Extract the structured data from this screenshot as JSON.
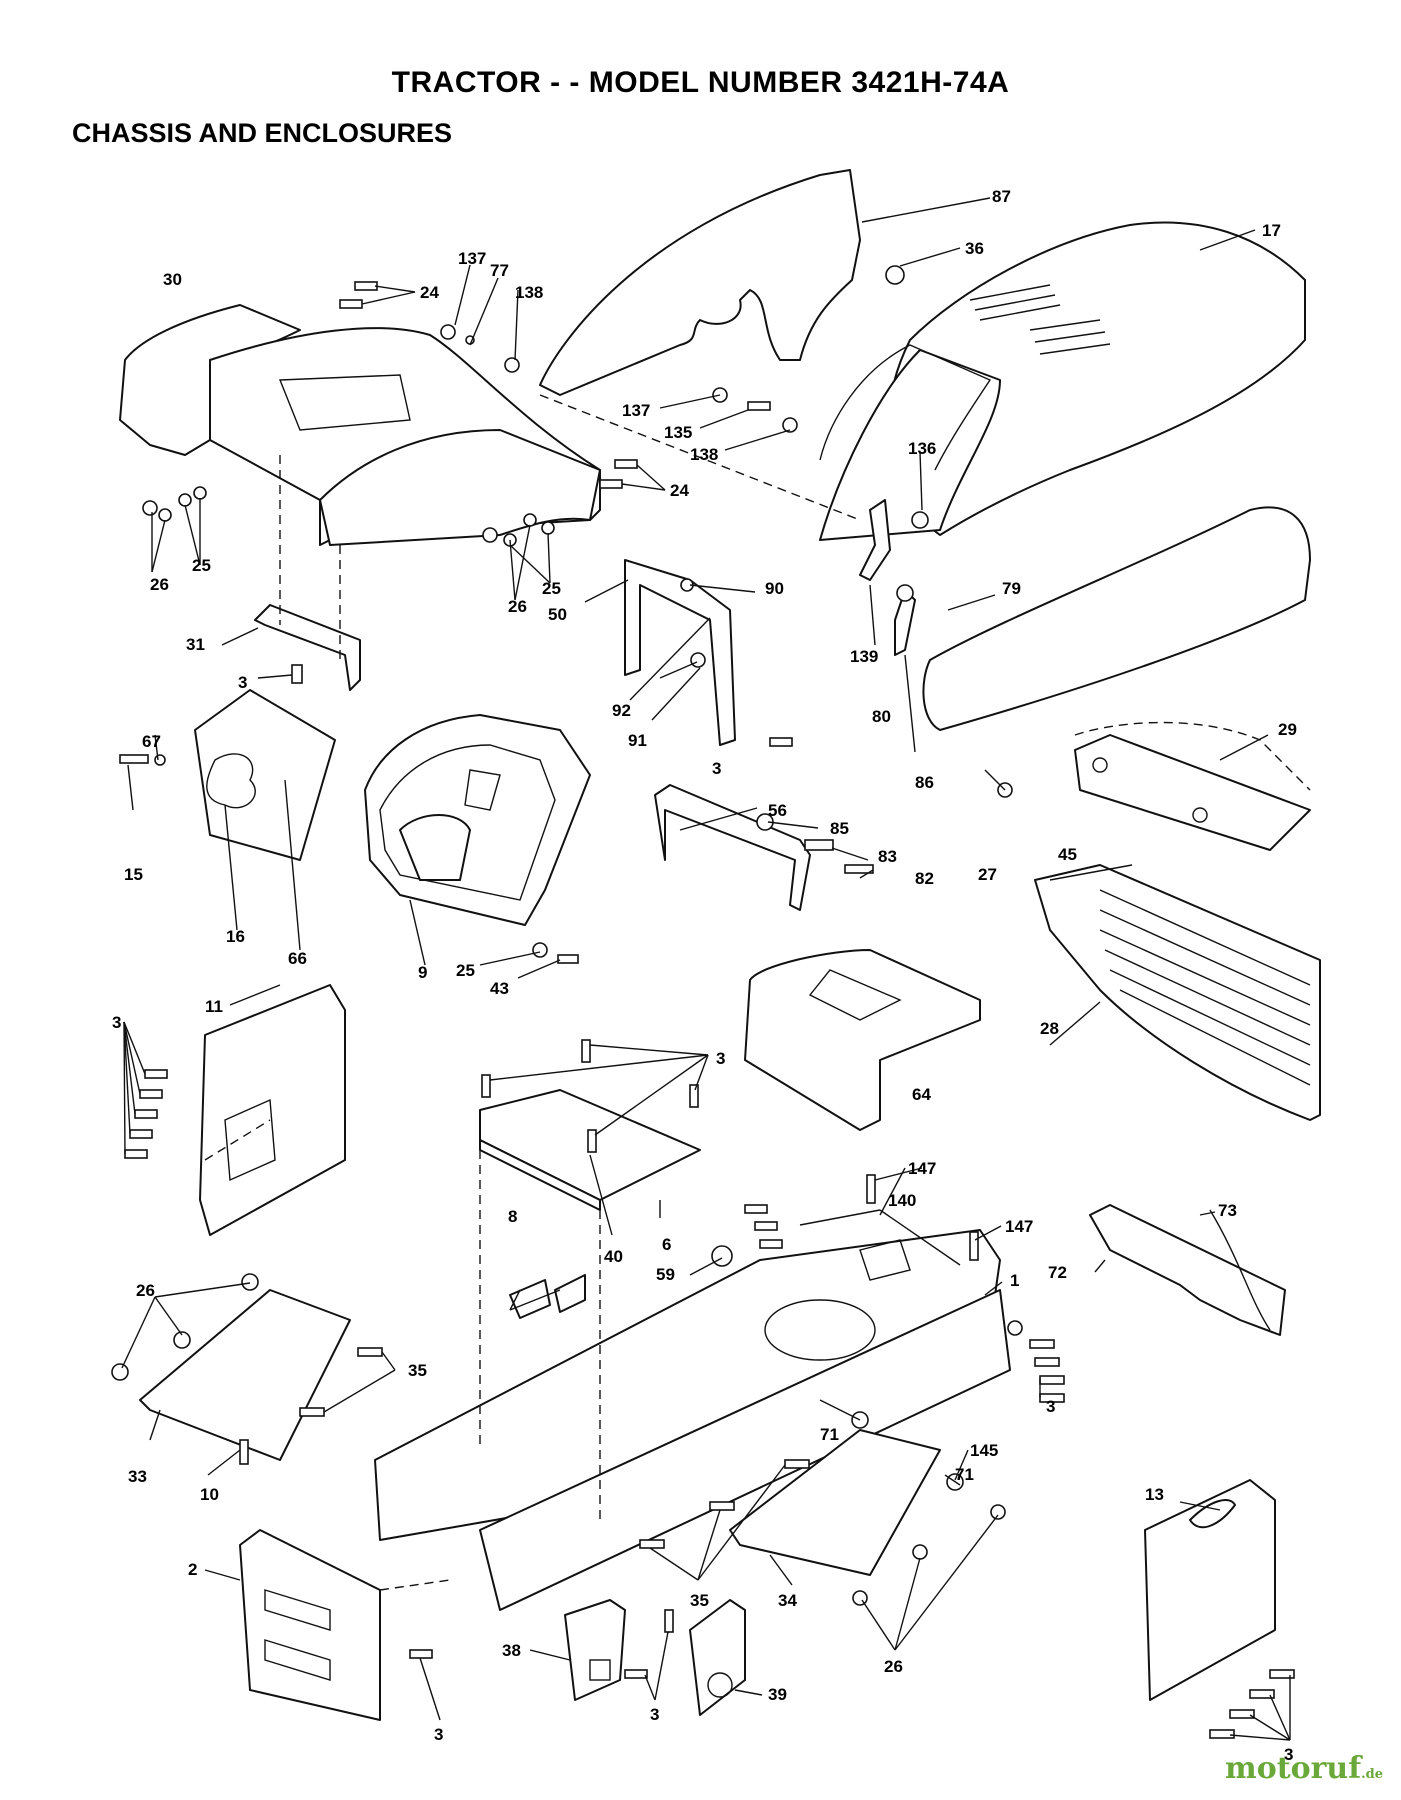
{
  "document": {
    "title": "TRACTOR - - MODEL NUMBER 3421H-74A",
    "subtitle": "CHASSIS AND ENCLOSURES"
  },
  "watermark": {
    "brand": "motoruf",
    "tld": ".de"
  },
  "callouts": [
    "87",
    "36",
    "17",
    "137",
    "77",
    "138",
    "30",
    "24",
    "137",
    "135",
    "138",
    "136",
    "24",
    "26",
    "25",
    "26",
    "25",
    "50",
    "90",
    "139",
    "79",
    "31",
    "3",
    "92",
    "91",
    "80",
    "86",
    "3",
    "67",
    "15",
    "16",
    "66",
    "9",
    "56",
    "85",
    "83",
    "82",
    "29",
    "27",
    "45",
    "25",
    "43",
    "11",
    "3",
    "3",
    "28",
    "64",
    "40",
    "6",
    "8",
    "147",
    "140",
    "147",
    "73",
    "72",
    "1",
    "59",
    "26",
    "35",
    "33",
    "10",
    "71",
    "145",
    "71",
    "3",
    "13",
    "2",
    "35",
    "34",
    "26",
    "38",
    "3",
    "3",
    "39",
    "3"
  ]
}
